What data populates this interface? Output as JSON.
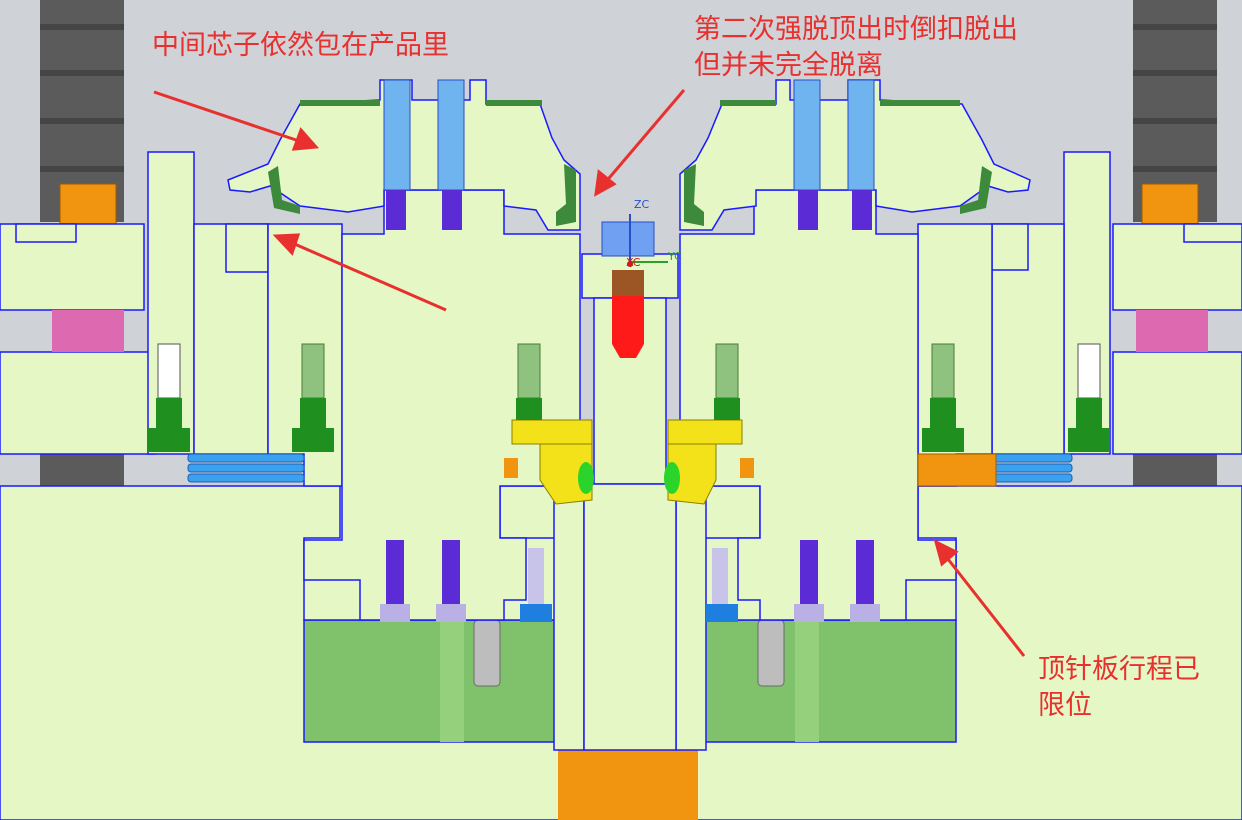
{
  "annotations": {
    "core_note": "中间芯子依然包在产品里",
    "eject_note_line1": "第二次强脱顶出时倒扣脱出",
    "eject_note_line2": "但并未完全脱离",
    "plate_note_line1": "顶针板行程已",
    "plate_note_line2": "限位"
  },
  "axis_labels": {
    "zc": "ZC",
    "yc": "YC",
    "xc": "XC"
  },
  "colors": {
    "background": "#cfd2d6",
    "plate": "#e4f7c4",
    "outline": "#1a1aff",
    "ejector_block": "#7fc26b",
    "annotation": "#e8302f",
    "pin_purple": "#5b2bd6",
    "pin_blue": "#3aa0f0",
    "pin_green": "#1f8f1f",
    "orange": "#f19410",
    "pink": "#dd6ab1",
    "yellow": "#f3e11a",
    "red": "#ff1a1a",
    "dark_pillar": "#5e5e5e"
  }
}
